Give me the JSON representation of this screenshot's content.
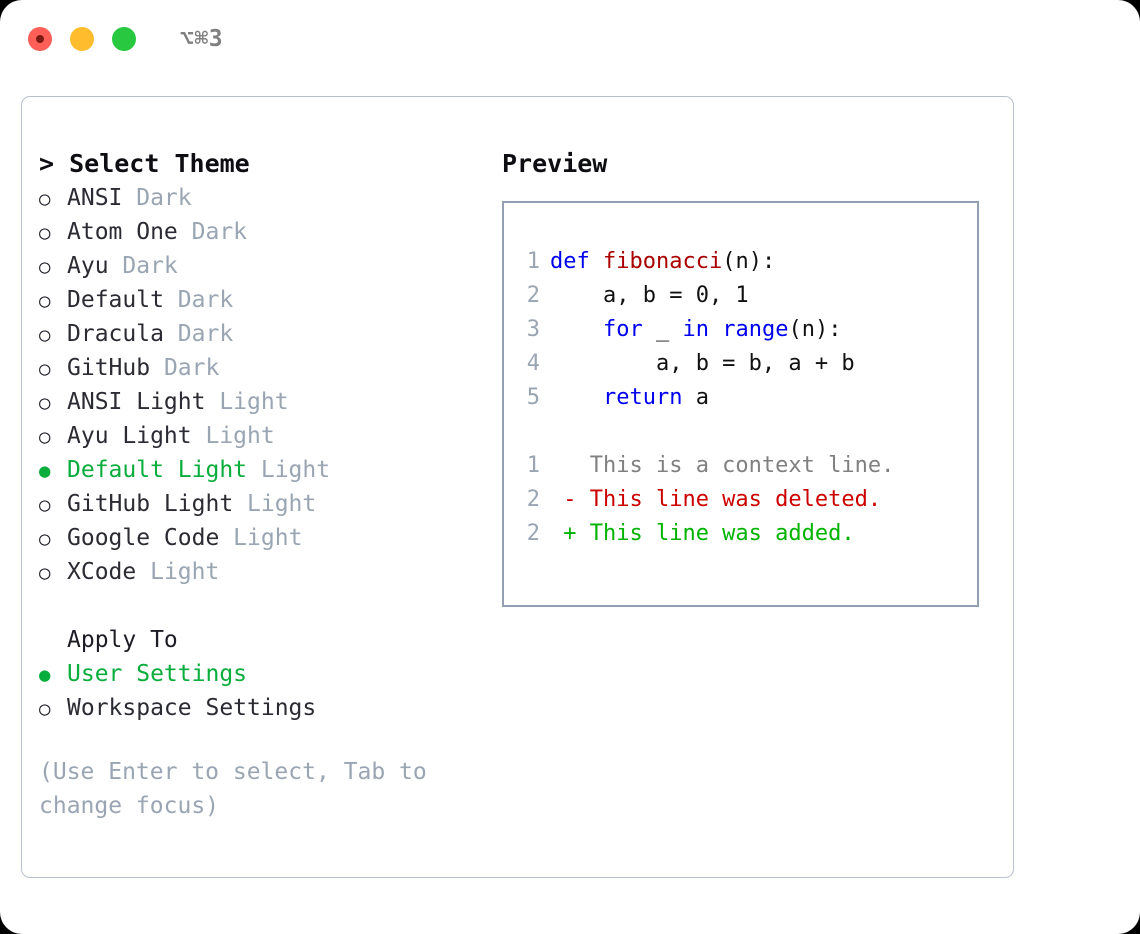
{
  "titlebar": {
    "shortcut": "⌥⌘3",
    "buttons": [
      {
        "name": "close",
        "color": "#ff5f57"
      },
      {
        "name": "minimize",
        "color": "#ffbd2e"
      },
      {
        "name": "maximize",
        "color": "#28c840"
      }
    ]
  },
  "theme_section": {
    "heading": "> Select Theme",
    "items": [
      {
        "marker": "○",
        "label": "ANSI",
        "suffix": "Dark",
        "selected": false
      },
      {
        "marker": "○",
        "label": "Atom One",
        "suffix": "Dark",
        "selected": false
      },
      {
        "marker": "○",
        "label": "Ayu",
        "suffix": "Dark",
        "selected": false
      },
      {
        "marker": "○",
        "label": "Default",
        "suffix": "Dark",
        "selected": false
      },
      {
        "marker": "○",
        "label": "Dracula",
        "suffix": "Dark",
        "selected": false
      },
      {
        "marker": "○",
        "label": "GitHub",
        "suffix": "Dark",
        "selected": false
      },
      {
        "marker": "○",
        "label": "ANSI Light",
        "suffix": "Light",
        "selected": false
      },
      {
        "marker": "○",
        "label": "Ayu Light",
        "suffix": "Light",
        "selected": false
      },
      {
        "marker": "●",
        "label": "Default Light",
        "suffix": "Light",
        "selected": true
      },
      {
        "marker": "○",
        "label": "GitHub Light",
        "suffix": "Light",
        "selected": false
      },
      {
        "marker": "○",
        "label": "Google Code",
        "suffix": "Light",
        "selected": false
      },
      {
        "marker": "○",
        "label": "XCode",
        "suffix": "Light",
        "selected": false
      }
    ]
  },
  "apply_section": {
    "heading": "Apply To",
    "items": [
      {
        "marker": "●",
        "label": "User Settings",
        "selected": true
      },
      {
        "marker": "○",
        "label": "Workspace Settings",
        "selected": false
      }
    ]
  },
  "hint": "(Use Enter to select, Tab to change focus)",
  "preview": {
    "heading": "Preview",
    "code_lines": [
      {
        "num": "1",
        "parts": [
          {
            "t": "def ",
            "c": "kw"
          },
          {
            "t": "fibonacci",
            "c": "fn"
          },
          {
            "t": "(n):",
            "c": "code-body"
          }
        ]
      },
      {
        "num": "2",
        "parts": [
          {
            "t": "    a, b = 0, 1",
            "c": "code-body"
          }
        ]
      },
      {
        "num": "3",
        "parts": [
          {
            "t": "    ",
            "c": "code-body"
          },
          {
            "t": "for",
            "c": "kw"
          },
          {
            "t": " _ ",
            "c": "code-body"
          },
          {
            "t": "in",
            "c": "kw"
          },
          {
            "t": " ",
            "c": "code-body"
          },
          {
            "t": "range",
            "c": "kw"
          },
          {
            "t": "(n):",
            "c": "code-body"
          }
        ]
      },
      {
        "num": "4",
        "parts": [
          {
            "t": "        a, b = b, a + b",
            "c": "code-body"
          }
        ]
      },
      {
        "num": "5",
        "parts": [
          {
            "t": "    ",
            "c": "code-body"
          },
          {
            "t": "return",
            "c": "kw"
          },
          {
            "t": " a",
            "c": "code-body"
          }
        ]
      }
    ],
    "diff_lines": [
      {
        "num": "1",
        "parts": [
          {
            "t": "   This is a context line.",
            "c": "ctx"
          }
        ]
      },
      {
        "num": "2",
        "parts": [
          {
            "t": " - This line was deleted.",
            "c": "del"
          }
        ]
      },
      {
        "num": "2",
        "parts": [
          {
            "t": " + This line was added.",
            "c": "add"
          }
        ]
      }
    ]
  },
  "colors": {
    "accent_green": "#09ad3c",
    "suffix_gray": "#9aa5b4",
    "keyword_blue": "#0000ee",
    "function_red": "#aa0000",
    "diff_delete": "#cc0000",
    "diff_add": "#00b300",
    "border": "#93a0b2"
  }
}
